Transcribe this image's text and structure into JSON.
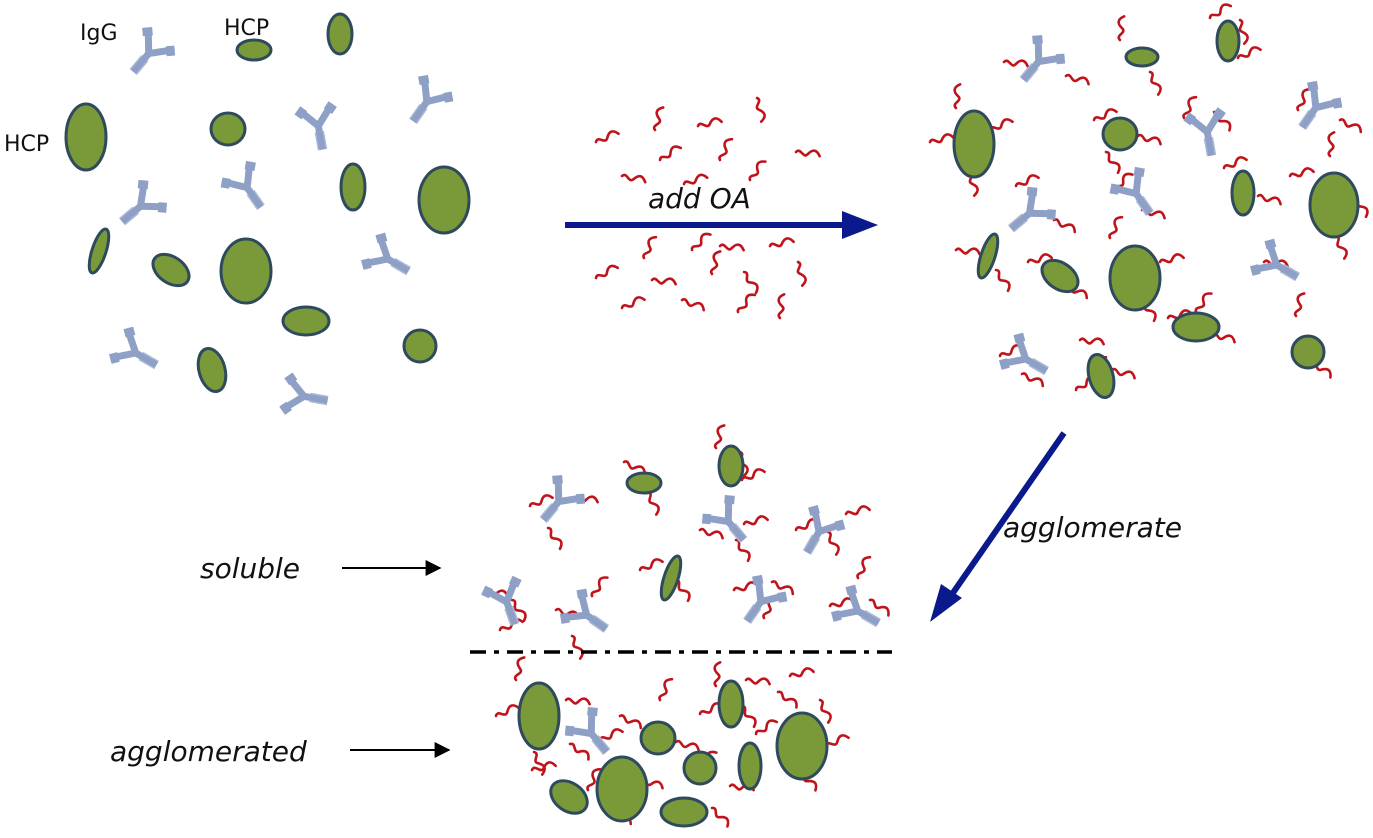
{
  "labels": {
    "igg": "IgG",
    "hcp_top": "HCP",
    "hcp_left": "HCP",
    "add_oa": "add OA",
    "agglomerate": "agglomerate",
    "soluble": "soluble",
    "agglomerated": "agglomerated"
  },
  "colors": {
    "hcp_fill": "#7a9a3a",
    "hcp_stroke": "#2e4a5c",
    "igg": "#8ea0c6",
    "oa": "#c0141c",
    "process_arrow": "#0a1a8c",
    "pointer_arrow": "#000000"
  },
  "icons": {
    "hcp": "green-ellipse-protein",
    "igg": "y-shaped-antibody",
    "oa": "red-squiggle-molecule"
  }
}
